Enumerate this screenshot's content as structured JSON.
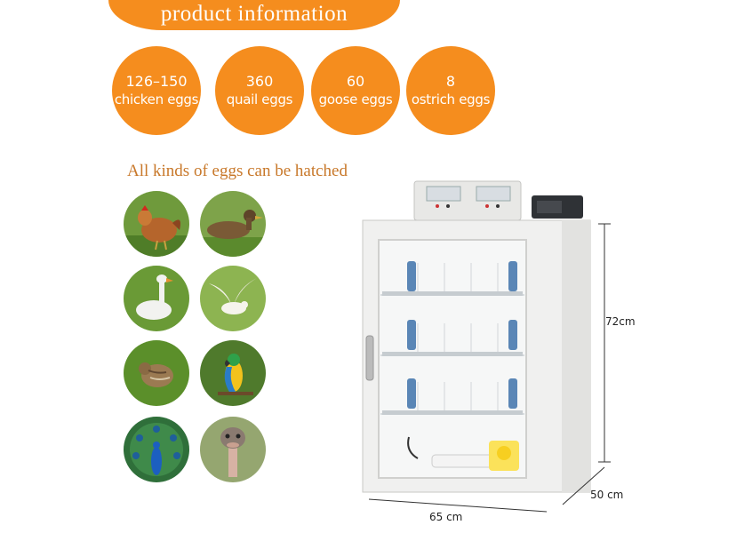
{
  "header": {
    "title": "product information"
  },
  "capacity": [
    {
      "count": "126–150",
      "label": "chicken eggs"
    },
    {
      "count": "360",
      "label": "quail eggs"
    },
    {
      "count": "60",
      "label": "goose eggs"
    },
    {
      "count": "8",
      "label": "ostrich eggs"
    }
  ],
  "subheading": "All kinds of eggs can be hatched",
  "birds": [
    "chicken",
    "duck",
    "goose",
    "pigeon",
    "quail",
    "parrot",
    "peacock",
    "ostrich"
  ],
  "dimensions": {
    "height": "72cm",
    "depth": "50 cm",
    "width": "65 cm"
  },
  "colors": {
    "accent": "#f58d1e",
    "subheading": "#c8782a"
  }
}
